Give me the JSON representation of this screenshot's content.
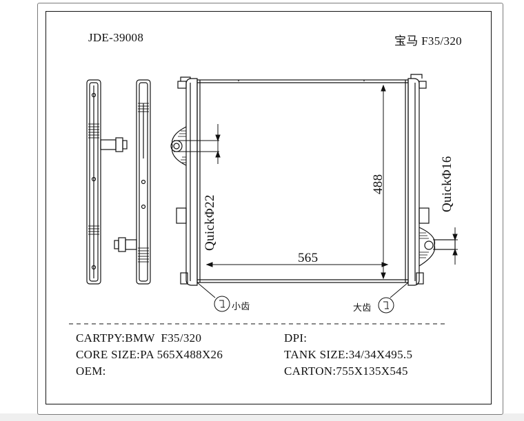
{
  "header": {
    "part_number": "JDE-39008",
    "model": "宝马 F35/320"
  },
  "dimensions": {
    "width": "565",
    "height": "488",
    "inlet": "QuickΦ22",
    "outlet": "QuickΦ16",
    "small_tooth": "小齿",
    "large_tooth": "大齿"
  },
  "specs": {
    "cartpy": "CARTPY:BMW  F35/320",
    "core_size": "CORE SIZE:PA 565X488X26",
    "oem": "OEM:",
    "dpi": "DPI:",
    "tank_size": "TANK SIZE:34/34X495.5",
    "carton": "CARTON:755X135X545"
  }
}
